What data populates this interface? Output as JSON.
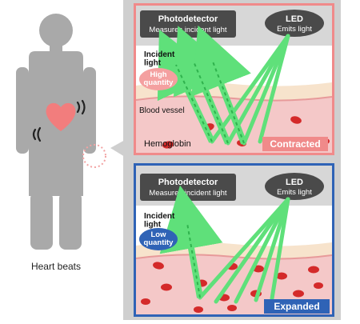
{
  "figure": {
    "person_caption": "Heart beats",
    "labels": {
      "photodetector_title": "Photodetector",
      "photodetector_sub": "Measures incident light",
      "led_title": "LED",
      "led_sub": "Emits light",
      "incident_light": "Incident\nlight",
      "blood_vessel": "Blood vessel",
      "hemoglobin": "Hemoglobin"
    },
    "panels": [
      {
        "state": "Contracted",
        "quantity_badge": "High\nquantity",
        "incident_arrow_count": 3,
        "colors": {
          "frame": "#f08a8a",
          "badge": "#f4a0a0",
          "state_bg": "#f08a8a"
        }
      },
      {
        "state": "Expanded",
        "quantity_badge": "Low\nquantity",
        "incident_arrow_count": 1,
        "colors": {
          "frame": "#2f63b6",
          "badge": "#2f63b6",
          "state_bg": "#2f63b6"
        }
      }
    ],
    "colors": {
      "figure": "#a9a9a9",
      "heart": "#f27d7d",
      "light": "#5fe07a",
      "light_dash": "#2fb24d",
      "skin": "#f7e3cc",
      "vessel": "#f4c8c8",
      "cell": "#d42a2a",
      "box": "#4a4a4a"
    }
  }
}
